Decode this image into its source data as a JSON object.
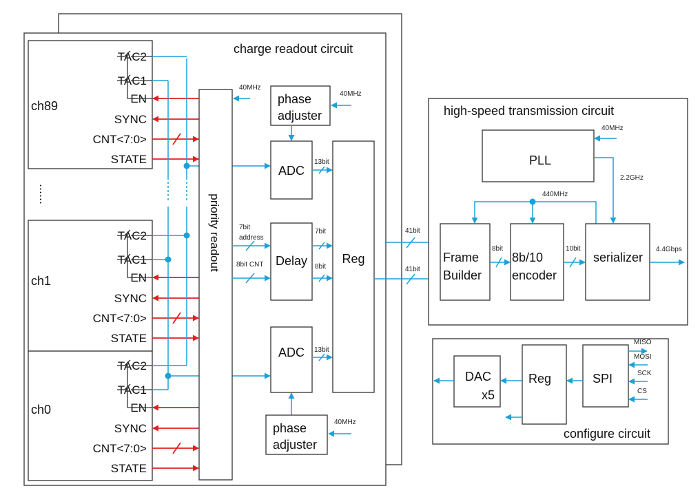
{
  "colors": {
    "signal": "#1ba1d8",
    "control": "#e02020",
    "outline": "#333333"
  },
  "charge_readout": {
    "title": "charge readout circuit",
    "channels": [
      {
        "name": "ch89",
        "signals": [
          "TAC2",
          "TAC1",
          "EN",
          "SYNC",
          "CNT<7:0>",
          "STATE"
        ]
      },
      {
        "name": "ch1",
        "signals": [
          "TAC2",
          "TAC1",
          "EN",
          "SYNC",
          "CNT<7:0>",
          "STATE"
        ]
      },
      {
        "name": "ch0",
        "signals": [
          "TAC2",
          "TAC1",
          "EN",
          "SYNC",
          "CNT<7:0>",
          "STATE"
        ]
      }
    ],
    "ellipsis": "......",
    "priority_readout": "priority readout",
    "priority_clock": "40MHz",
    "phase_adjuster_top": {
      "line1": "phase",
      "line2": "adjuster",
      "clock": "40MHz"
    },
    "phase_adjuster_bottom": {
      "line1": "phase",
      "line2": "adjuster",
      "clock": "40MHz"
    },
    "adc_top": {
      "label": "ADC",
      "bits": "13bit"
    },
    "adc_bottom": {
      "label": "ADC",
      "bits": "13bit"
    },
    "delay": {
      "label": "Delay",
      "in_address_1": "7bit",
      "in_address_2": "address",
      "in_cnt": "8bit CNT",
      "out_address": "7bit",
      "out_cnt": "8bit"
    },
    "reg": "Reg",
    "bus_1": "41bit",
    "bus_2": "41bit"
  },
  "high_speed": {
    "title": "high-speed transmission circuit",
    "pll": "PLL",
    "pll_clock_in": "40MHz",
    "pll_clock_out": "2.2GHz",
    "word_clock": "440MHz",
    "frame_builder": {
      "line1": "Frame",
      "line2": "Builder"
    },
    "fb_bits": "8bit",
    "encoder": {
      "line1": "8b/10",
      "line2": "encoder"
    },
    "enc_bits": "10bit",
    "serializer": "serializer",
    "output_rate": "4.4Gbps"
  },
  "configure": {
    "title": "configure circuit",
    "dac": {
      "line1": "DAC",
      "line2": "x5"
    },
    "reg": "Reg",
    "spi": "SPI",
    "spi_signals": [
      "MISO",
      "MOSI",
      "SCK",
      "CS"
    ]
  }
}
